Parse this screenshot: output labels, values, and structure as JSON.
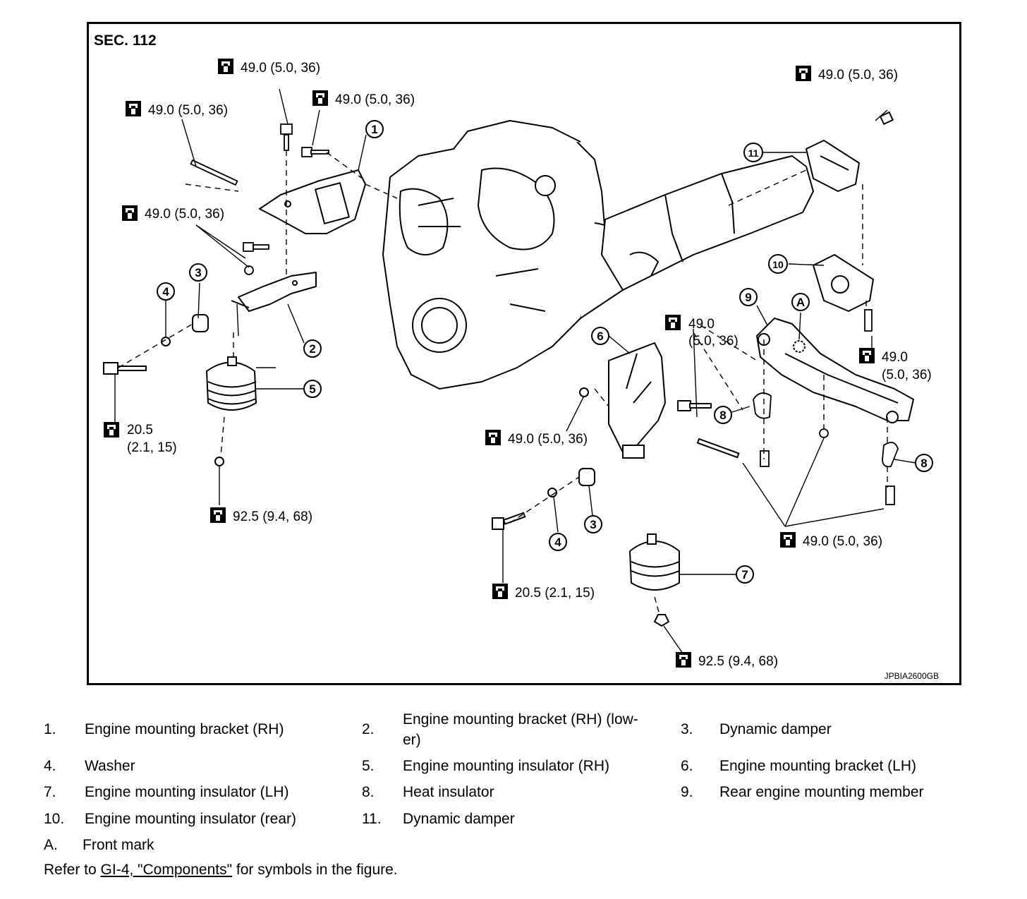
{
  "section": "SEC. 112",
  "image_code": "JPBIA2600GB",
  "torques": {
    "t49_top_center": "49.0 (5.0, 36)",
    "t49_top_mid": "49.0 (5.0, 36)",
    "t49_top_left": "49.0 (5.0, 36)",
    "t49_left_mid": "49.0 (5.0, 36)",
    "t49_top_right": "49.0 (5.0, 36)",
    "t205_left_a": "20.5",
    "t205_left_b": "(2.1, 15)",
    "t925_left": "92.5 (9.4, 68)",
    "t49_center_a": "49.0",
    "t49_center_b": "(5.0, 36)",
    "t49_center_low": "49.0 (5.0, 36)",
    "t49_right_a": "49.0",
    "t49_right_b": "(5.0, 36)",
    "t49_bottom_right": "49.0 (5.0, 36)",
    "t205_bottom": "20.5 (2.1, 15)",
    "t925_bottom": "92.5 (9.4, 68)"
  },
  "callouts": {
    "c1": "1",
    "c2": "2",
    "c3a": "3",
    "c3b": "3",
    "c4a": "4",
    "c4b": "4",
    "c5": "5",
    "c6": "6",
    "c7": "7",
    "c8a": "8",
    "c8b": "8",
    "c9": "9",
    "c10": "10",
    "c11": "11",
    "cA": "A"
  },
  "legend": [
    {
      "num": "1.",
      "text": "Engine mounting bracket (RH)"
    },
    {
      "num": "2.",
      "text": "Engine mounting bracket (RH) (low-",
      "text2": "er)"
    },
    {
      "num": "3.",
      "text": "Dynamic damper"
    },
    {
      "num": "4.",
      "text": "Washer"
    },
    {
      "num": "5.",
      "text": "Engine mounting insulator (RH)"
    },
    {
      "num": "6.",
      "text": "Engine mounting bracket (LH)"
    },
    {
      "num": "7.",
      "text": "Engine mounting insulator (LH)"
    },
    {
      "num": "8.",
      "text": "Heat insulator"
    },
    {
      "num": "9.",
      "text": "Rear engine mounting member"
    },
    {
      "num": "10.",
      "text": "Engine mounting insulator (rear)"
    },
    {
      "num": "11.",
      "text": "Dynamic damper"
    },
    {
      "num": "A.",
      "text": "Front mark"
    }
  ],
  "footer": {
    "prefix": "Refer to ",
    "link": "GI-4, \"Components\"",
    "suffix": " for symbols in the figure."
  }
}
